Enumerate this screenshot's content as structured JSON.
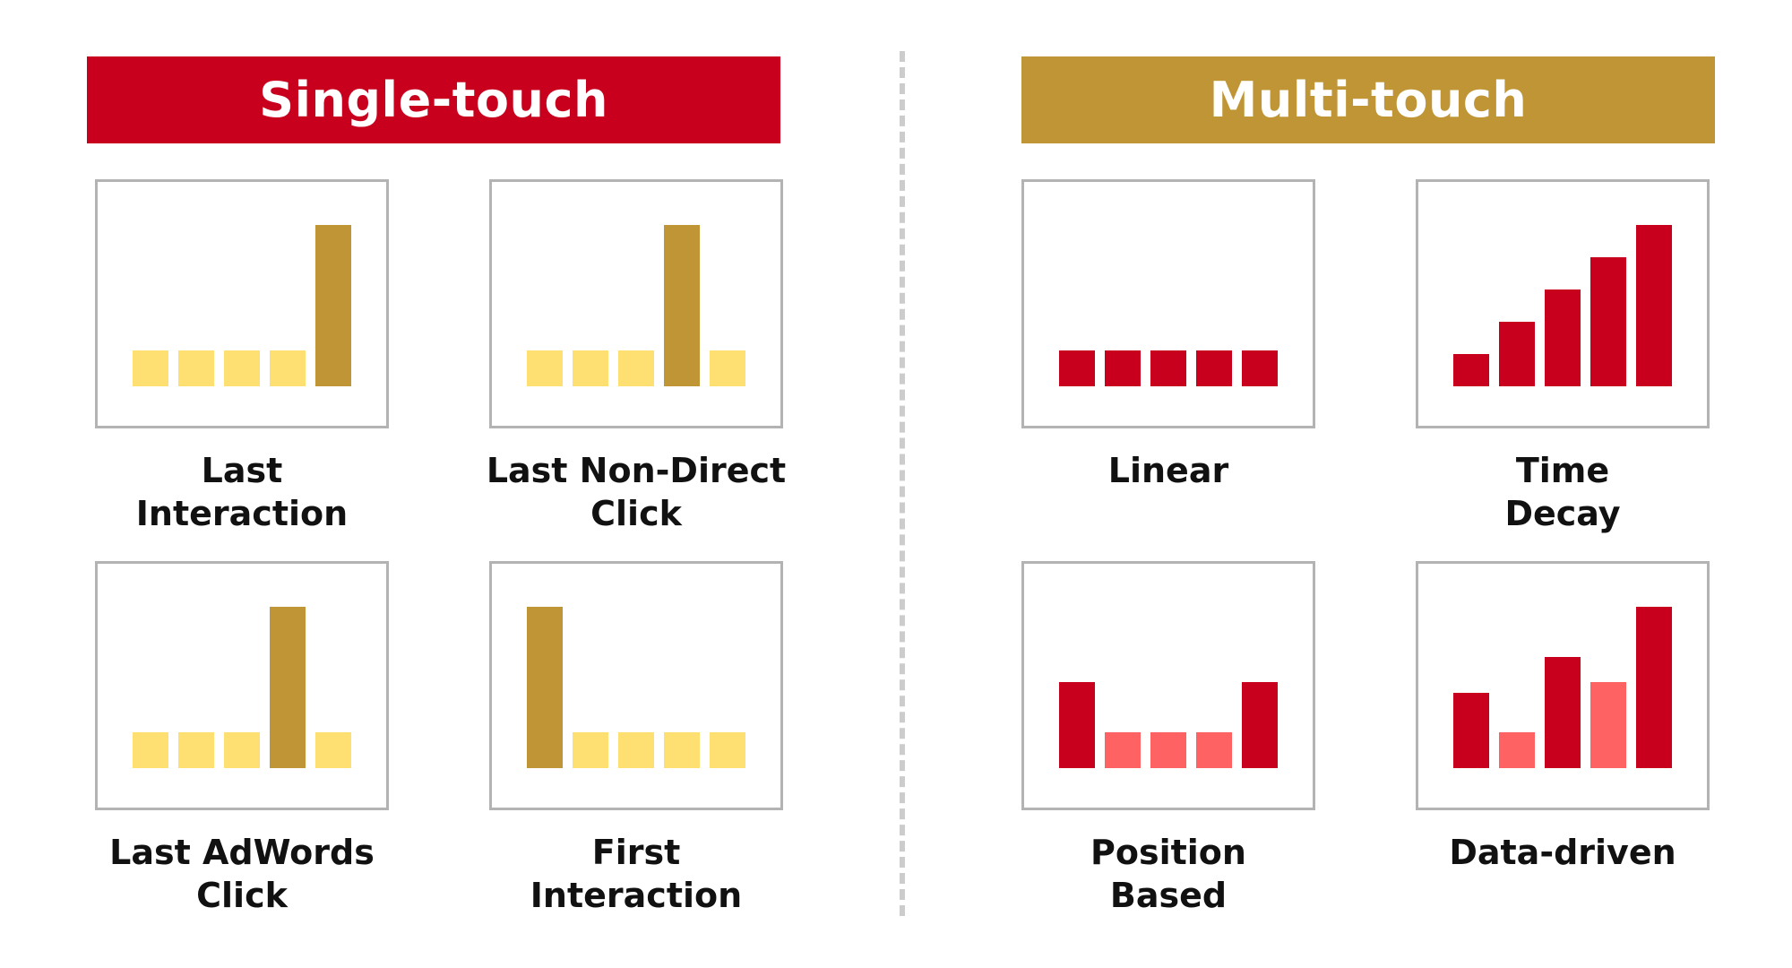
{
  "sections": {
    "single": {
      "title": "Single-touch",
      "color": "#C8001E"
    },
    "multi": {
      "title": "Multi-touch",
      "color": "#BF9536"
    }
  },
  "colors": {
    "gold_light": "#FDDF72",
    "gold_dark": "#BF9536",
    "red_dark": "#C8001E",
    "red_light": "#FF6262"
  },
  "models": [
    {
      "id": "last-interaction",
      "caption": [
        "Last",
        "Interaction"
      ],
      "bars": [
        1,
        1,
        1,
        1,
        4.5
      ],
      "shades": [
        "gold_light",
        "gold_light",
        "gold_light",
        "gold_light",
        "gold_dark"
      ]
    },
    {
      "id": "last-non-direct-click",
      "caption": [
        "Last Non-Direct",
        "Click"
      ],
      "bars": [
        1,
        1,
        1,
        4.5,
        1
      ],
      "shades": [
        "gold_light",
        "gold_light",
        "gold_light",
        "gold_dark",
        "gold_light"
      ]
    },
    {
      "id": "last-adwords-click",
      "caption": [
        "Last AdWords",
        "Click"
      ],
      "bars": [
        1,
        1,
        1,
        4.5,
        1
      ],
      "shades": [
        "gold_light",
        "gold_light",
        "gold_light",
        "gold_dark",
        "gold_light"
      ]
    },
    {
      "id": "first-interaction",
      "caption": [
        "First",
        "Interaction"
      ],
      "bars": [
        4.5,
        1,
        1,
        1,
        1
      ],
      "shades": [
        "gold_dark",
        "gold_light",
        "gold_light",
        "gold_light",
        "gold_light"
      ]
    },
    {
      "id": "linear",
      "caption": [
        "Linear"
      ],
      "bars": [
        1,
        1,
        1,
        1,
        1
      ],
      "shades": [
        "red_dark",
        "red_dark",
        "red_dark",
        "red_dark",
        "red_dark"
      ]
    },
    {
      "id": "time-decay",
      "caption": [
        "Time",
        "Decay"
      ],
      "bars": [
        0.9,
        1.8,
        2.7,
        3.6,
        4.5
      ],
      "shades": [
        "red_dark",
        "red_dark",
        "red_dark",
        "red_dark",
        "red_dark"
      ]
    },
    {
      "id": "position-based",
      "caption": [
        "Position",
        "Based"
      ],
      "bars": [
        2.4,
        1,
        1,
        1,
        2.4
      ],
      "shades": [
        "red_dark",
        "red_light",
        "red_light",
        "red_light",
        "red_dark"
      ]
    },
    {
      "id": "data-driven",
      "caption": [
        "Data-driven"
      ],
      "bars": [
        2.1,
        1,
        3.1,
        2.4,
        4.5
      ],
      "shades": [
        "red_dark",
        "red_light",
        "red_dark",
        "red_light",
        "red_dark"
      ]
    }
  ]
}
